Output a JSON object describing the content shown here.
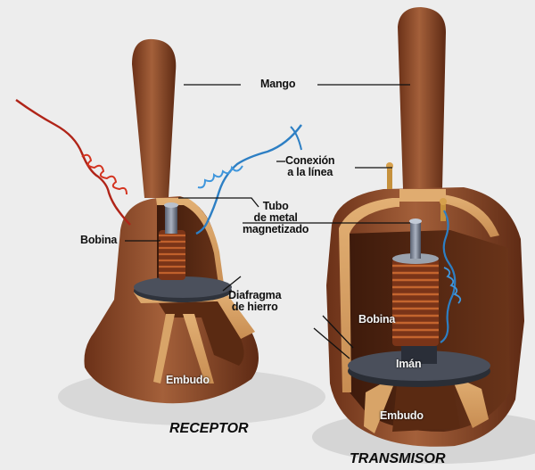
{
  "labels": {
    "mango": "Mango",
    "conexion_line1": "Conexión",
    "conexion_line2": "a la línea",
    "tubo_line1": "Tubo",
    "tubo_line2": "de metal",
    "tubo_line3": "magnetizado",
    "bobina_left": "Bobina",
    "diafragma_line1": "Diafragma",
    "diafragma_line2": "de hierro",
    "embudo_left": "Embudo",
    "bobina_right": "Bobina",
    "iman": "Imán",
    "embudo_right": "Embudo"
  },
  "titles": {
    "receptor": "RECEPTOR",
    "transmisor": "TRANSMISOR"
  },
  "colors": {
    "wood": "#8a4a28",
    "wire_red": "#b02418",
    "wire_blue": "#2d7fc4",
    "coil": "#a04820",
    "diaphragm": "#3a3e48"
  }
}
